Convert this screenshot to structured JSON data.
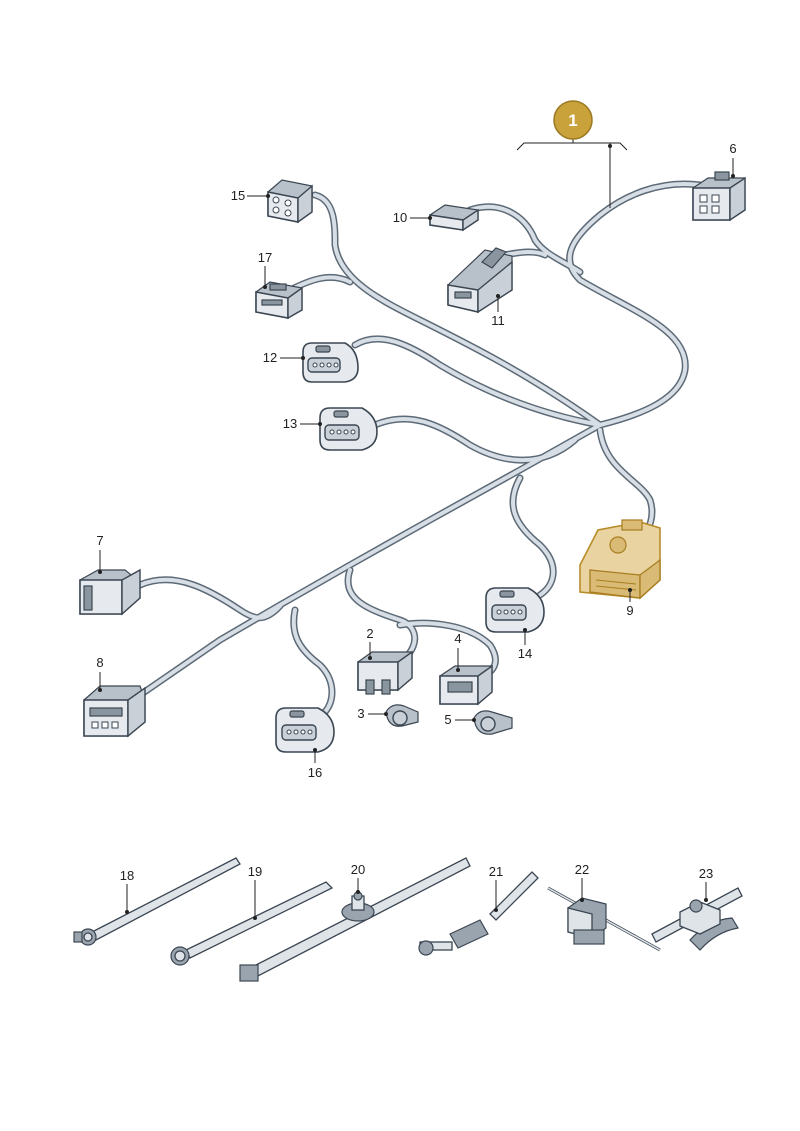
{
  "assembly_badge": {
    "number": "1",
    "color": "#c9a23c"
  },
  "highlight_color": "#e9d3a0",
  "callouts": {
    "c2": "2",
    "c3": "3",
    "c4": "4",
    "c5": "5",
    "c6": "6",
    "c7": "7",
    "c8": "8",
    "c9": "9",
    "c10": "10",
    "c11": "11",
    "c12": "12",
    "c13": "13",
    "c14": "14",
    "c15": "15",
    "c16": "16",
    "c17": "17",
    "c18": "18",
    "c19": "19",
    "c20": "20",
    "c21": "21",
    "c22": "22",
    "c23": "23"
  }
}
